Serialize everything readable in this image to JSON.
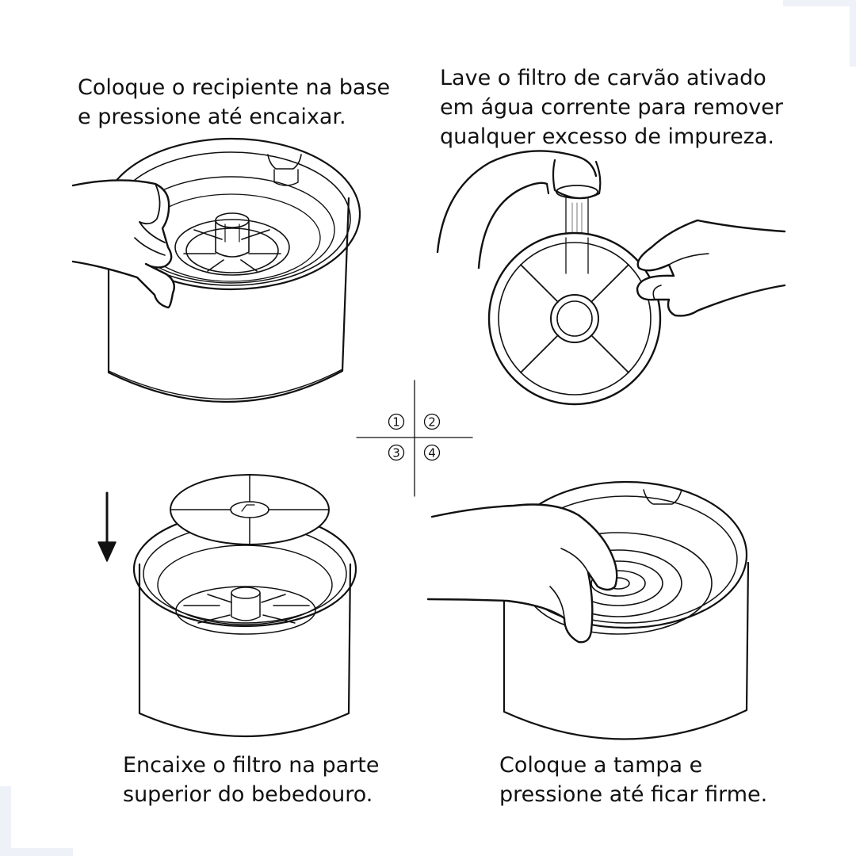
{
  "steps": [
    {
      "number": "1",
      "lines": [
        "Coloque o recipiente na base",
        "e pressione até encaixar."
      ]
    },
    {
      "number": "2",
      "lines": [
        "Lave o filtro de carvão ativado",
        "em água corrente para remover",
        "qualquer excesso de impureza."
      ]
    },
    {
      "number": "3",
      "lines": [
        "Encaixe o filtro na parte",
        "superior do bebedouro."
      ]
    },
    {
      "number": "4",
      "lines": [
        "Coloque a tampa e",
        "pressione até ficar firme."
      ]
    }
  ]
}
